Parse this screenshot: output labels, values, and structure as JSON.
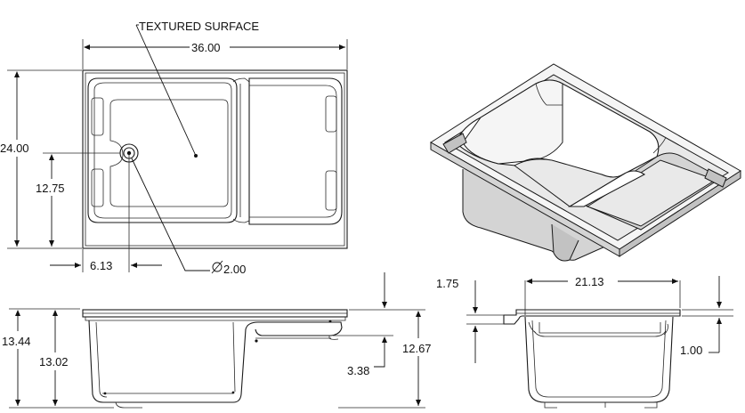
{
  "drawing": {
    "labels": {
      "textured_surface": "TEXTURED SURFACE",
      "drain_diameter": "2.00"
    },
    "dimensions": {
      "overall_width": "36.00",
      "overall_depth": "24.00",
      "drain_offset_y": "12.75",
      "drain_offset_x": "6.13",
      "height_total": "13.44",
      "height_bowl": "13.02",
      "height_right": "12.67",
      "step_depth": "3.38",
      "flange_top": "1.75",
      "side_width": "21.13",
      "lip_height": "1.00"
    }
  }
}
